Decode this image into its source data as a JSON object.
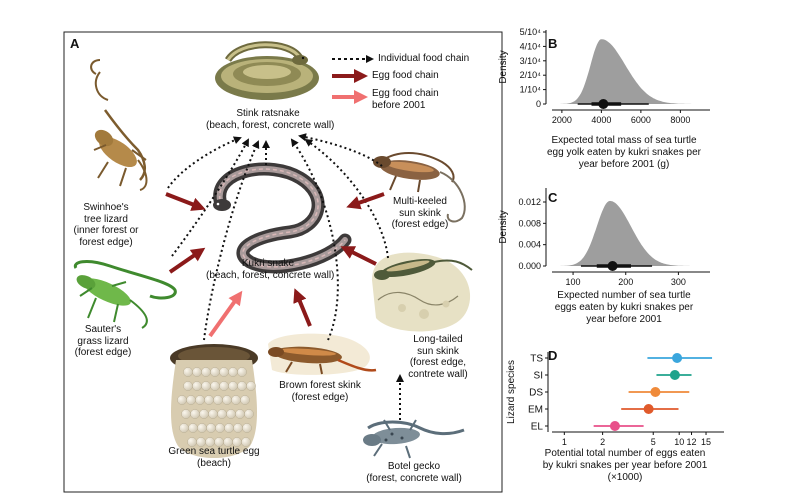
{
  "panel_a": {
    "letter": "A",
    "legend": {
      "individual": "Individual food chain",
      "egg": "Egg food chain",
      "egg_before_2001_l1": "Egg food chain",
      "egg_before_2001_l2": "before 2001"
    },
    "nodes": {
      "stink": {
        "l1": "Stink ratsnake",
        "l2": "(beach, forest, concrete wall)"
      },
      "kukri": {
        "l1": "Kukri snake",
        "l2": "(beach, forest, concrete wall)"
      },
      "swinhoe": {
        "l1": "Swinhoe's",
        "l2": "tree lizard",
        "l3": "(inner forest or",
        "l4": "forest edge)"
      },
      "sauter": {
        "l1": "Sauter's",
        "l2": "grass lizard",
        "l3": "(forest edge)"
      },
      "multikeeled": {
        "l1": "Multi-keeled",
        "l2": "sun skink",
        "l3": "(forest edge)"
      },
      "longtailed": {
        "l1": "Long-tailed",
        "l2": "sun skink",
        "l3": "(forest edge,",
        "l4": "contrete wall)"
      },
      "brown": {
        "l1": "Brown forest skink",
        "l2": "(forest edge)"
      },
      "turtle": {
        "l1": "Green sea turtle egg",
        "l2": "(beach)"
      },
      "gecko": {
        "l1": "Botel gecko",
        "l2": "(forest, concrete wall)"
      }
    }
  },
  "colors": {
    "egg_arrow": "#8b1a1a",
    "egg_before_arrow": "#f07070",
    "density_fill": "#9e9e9e",
    "TS": "#3aa6dd",
    "SI": "#1fa38c",
    "DS": "#ef8a3a",
    "EM": "#e05a2b",
    "EL": "#e8508a"
  },
  "chart_data": [
    {
      "panel": "B",
      "type": "area",
      "ylabel": "Density",
      "xlabel_lines": [
        "Expected total mass of sea turtle",
        "egg yolk eaten by kukri snakes per",
        "year before 2001 (g)"
      ],
      "x_ticks": [
        "2000",
        "4000",
        "6000",
        "8000"
      ],
      "y_ticks": [
        "0",
        "1/10⁴",
        "2/10⁴",
        "3/10⁴",
        "4/10⁴",
        "5/10⁴"
      ],
      "xlim": [
        1500,
        9500
      ],
      "ylim": [
        0,
        0.0005
      ],
      "peak_x": 4000,
      "peak_y": 0.00045,
      "point": 4100,
      "interval": [
        2800,
        6400
      ],
      "inner_interval": [
        3500,
        5000
      ]
    },
    {
      "panel": "C",
      "type": "area",
      "ylabel": "Density",
      "xlabel_lines": [
        "Expected number of sea turtle",
        "eggs eaten by kukri snakes per",
        "year before 2001"
      ],
      "x_ticks": [
        "100",
        "200",
        "300"
      ],
      "y_ticks": [
        "0.000",
        "0.004",
        "0.008",
        "0.012"
      ],
      "xlim": [
        60,
        360
      ],
      "ylim": [
        0,
        0.0135
      ],
      "peak_x": 170,
      "peak_y": 0.0122,
      "point": 175,
      "interval": [
        115,
        250
      ],
      "inner_interval": [
        145,
        210
      ]
    },
    {
      "panel": "D",
      "type": "scatter",
      "ylabel": "Lizard species",
      "xlabel_lines": [
        "Potential total number of eggs eaten",
        "by kukri snakes per year before 2001",
        "(×1000)"
      ],
      "x_ticks": [
        "1",
        "2",
        "5",
        "10",
        "12",
        "15"
      ],
      "x_tick_values": [
        1,
        2,
        5,
        8,
        10,
        13
      ],
      "categories": [
        "TS",
        "SI",
        "DS",
        "EM",
        "EL"
      ],
      "series": [
        {
          "category": "TS",
          "point": 7.7,
          "low": 4.5,
          "high": 14.5
        },
        {
          "category": "SI",
          "point": 7.4,
          "low": 5.3,
          "high": 10.0
        },
        {
          "category": "DS",
          "point": 5.2,
          "low": 3.2,
          "high": 9.6
        },
        {
          "category": "EM",
          "point": 4.6,
          "low": 2.8,
          "high": 7.9
        },
        {
          "category": "EL",
          "point": 2.5,
          "low": 1.7,
          "high": 4.2
        }
      ]
    }
  ]
}
